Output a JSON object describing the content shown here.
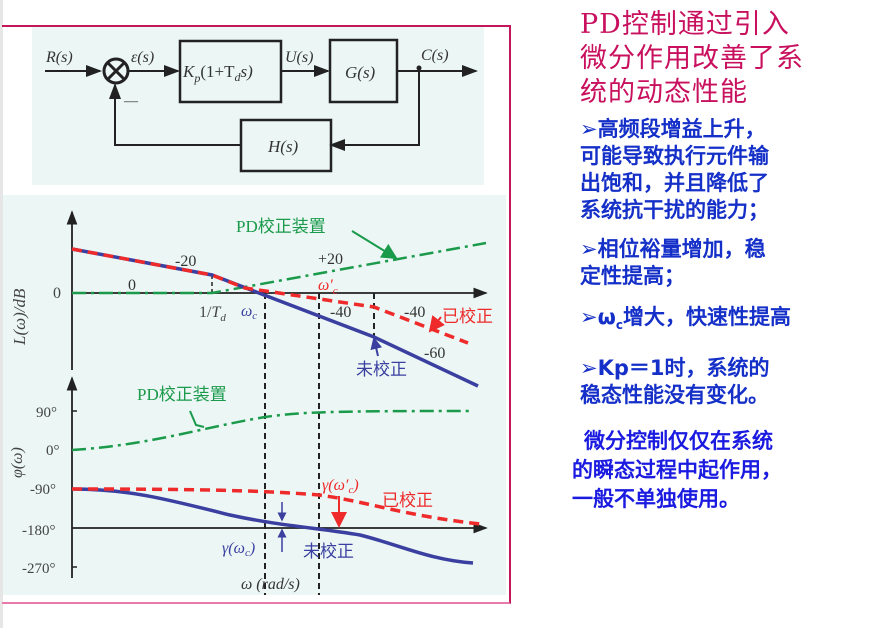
{
  "block_diagram": {
    "input": "R(s)",
    "error": "ε(s)",
    "controller": "K_p(1+T_d s)",
    "controller_main": "K",
    "controller_sub": "p",
    "controller_rest": "(1+T",
    "controller_sub2": "d",
    "controller_end": "s)",
    "control_signal": "U(s)",
    "plant": "G(s)",
    "output": "C(s)",
    "feedback": "H(s)",
    "sum_sign": "—"
  },
  "bode": {
    "magnitude": {
      "ylabel": "L(ω)/dB",
      "zero_tick": "0",
      "slope_labels": [
        "0",
        "-20",
        "+20",
        "-40",
        "-40",
        "-60"
      ],
      "x_marks": [
        "1/T_d",
        "ω_c",
        "ω'_c"
      ],
      "legend_pd": "PD校正装置",
      "legend_corrected": "已校正",
      "legend_uncorrected": "未校正"
    },
    "phase": {
      "ylabel": "φ(ω)",
      "ticks": [
        "90°",
        "0°",
        "-90°",
        "-180°",
        "-270°"
      ],
      "legend_pd": "PD校正装置",
      "legend_corrected": "已校正",
      "legend_uncorrected": "未校正",
      "margin_uncorrected": "γ(ω_c)",
      "margin_corrected": "γ(ω'_c)",
      "xlabel": "ω (rad/s)"
    },
    "colors": {
      "pd": "#1a9a4a",
      "corrected": "#ee2a2a",
      "uncorrected": "#3a3fa0",
      "axis": "#222222"
    }
  },
  "text_panel": {
    "title_lines": [
      "PD控制通过引入",
      "微分作用改善了系",
      "统的动态性能"
    ],
    "bullet_marker": "➢",
    "bullets": [
      {
        "lines": [
          "高频段增益上升，",
          "可能导致执行元件输",
          "出饱和，并且降低了",
          "系统抗干扰的能力；"
        ]
      },
      {
        "lines": [
          "相位裕量增加，稳",
          "定性提高；"
        ]
      },
      {
        "prefix": "ω",
        "prefix_sub": "c",
        "lines": [
          "增大，快速性提高"
        ]
      },
      {
        "lines": [
          "Kp＝1时，系统的",
          "稳态性能没有变化。"
        ]
      }
    ],
    "closing_lines": [
      "微分控制仅仅在系统",
      "的瞬态过程中起作用，",
      "一般不单独使用。"
    ]
  },
  "colors": {
    "title": "#c8105e",
    "bullets": "#1530c8",
    "frame": "#c2185b",
    "panel_bg": "#ebf6f5"
  }
}
